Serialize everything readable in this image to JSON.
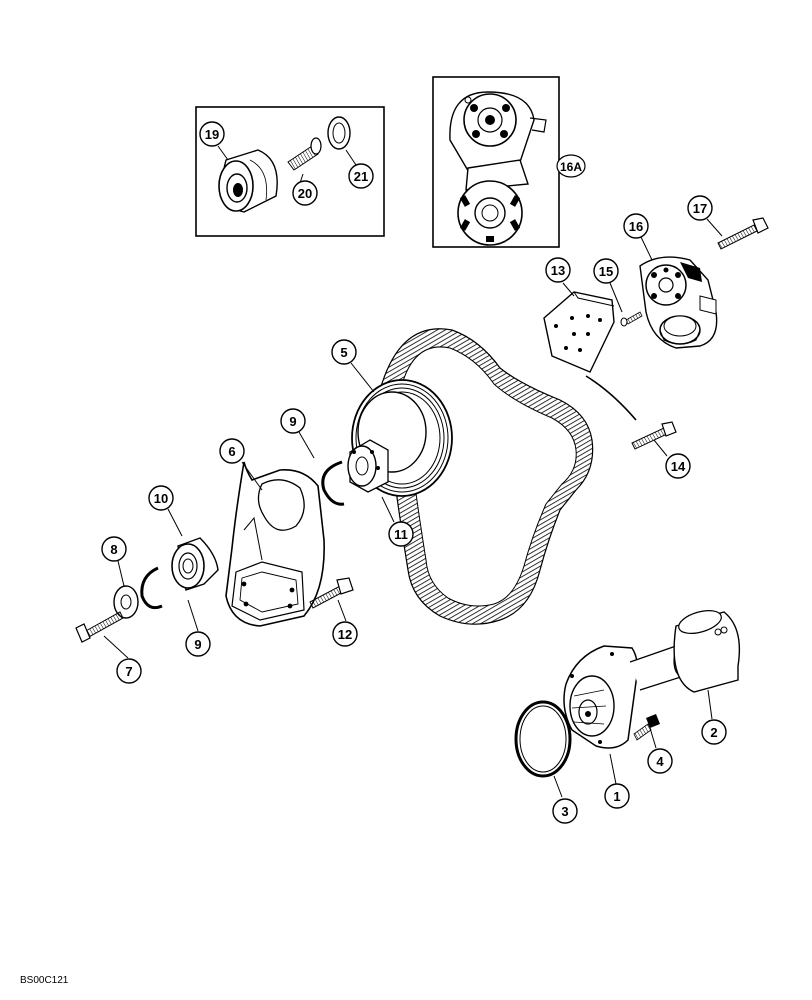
{
  "callouts": [
    {
      "id": "1",
      "label": "1"
    },
    {
      "id": "2",
      "label": "2"
    },
    {
      "id": "3",
      "label": "3"
    },
    {
      "id": "4",
      "label": "4"
    },
    {
      "id": "5",
      "label": "5"
    },
    {
      "id": "6",
      "label": "6"
    },
    {
      "id": "7",
      "label": "7"
    },
    {
      "id": "8",
      "label": "8"
    },
    {
      "id": "9a",
      "label": "9"
    },
    {
      "id": "9b",
      "label": "9"
    },
    {
      "id": "10",
      "label": "10"
    },
    {
      "id": "11",
      "label": "11"
    },
    {
      "id": "12",
      "label": "12"
    },
    {
      "id": "13",
      "label": "13"
    },
    {
      "id": "14",
      "label": "14"
    },
    {
      "id": "15",
      "label": "15"
    },
    {
      "id": "16",
      "label": "16"
    },
    {
      "id": "17",
      "label": "17"
    },
    {
      "id": "19",
      "label": "19"
    },
    {
      "id": "20",
      "label": "20"
    },
    {
      "id": "21",
      "label": "21"
    }
  ],
  "inset_label": "16A",
  "drawing_code": "BS00C121"
}
